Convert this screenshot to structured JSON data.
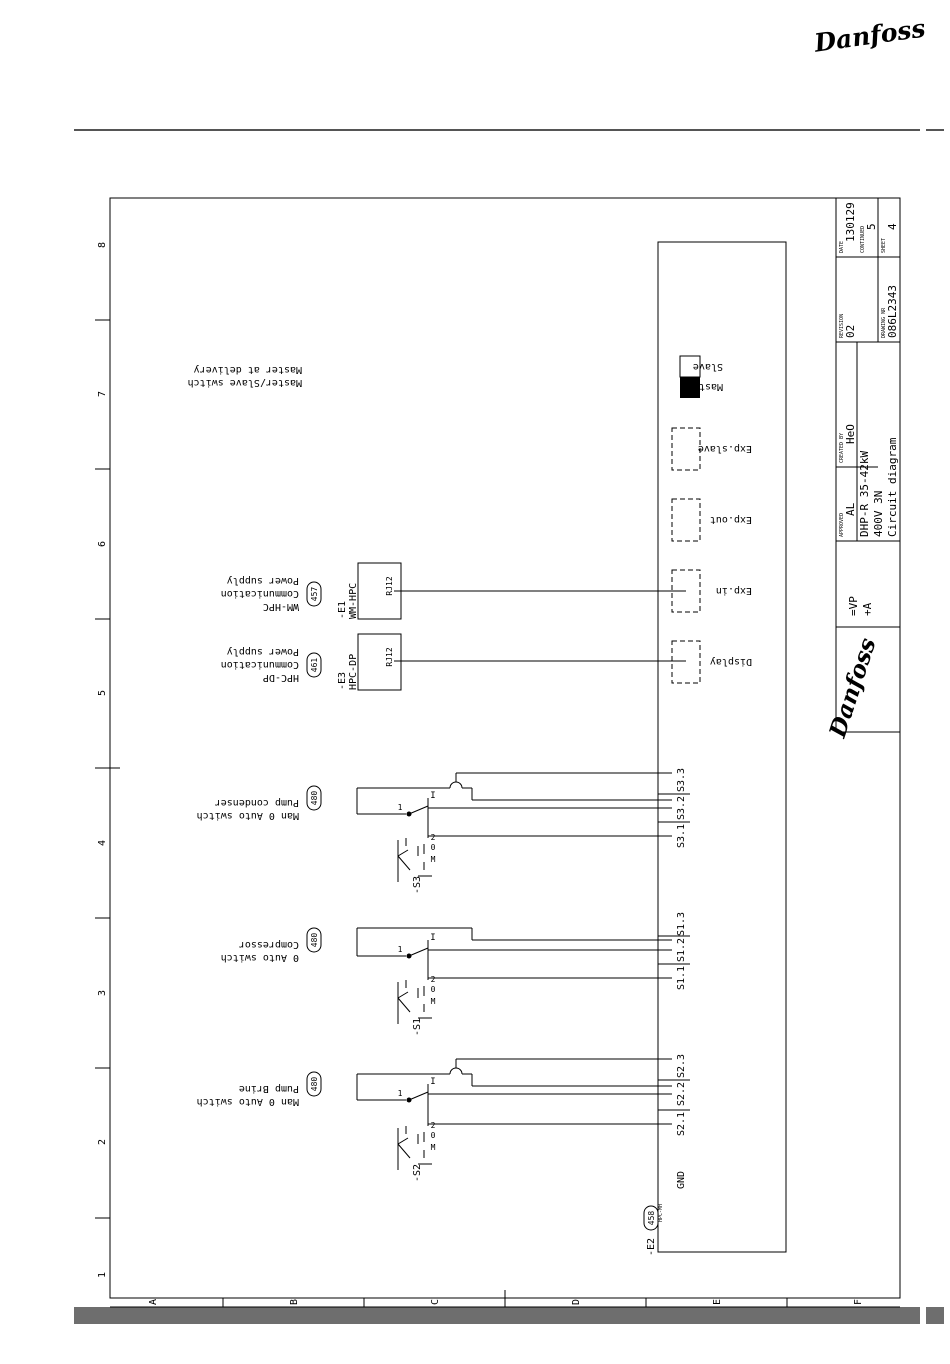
{
  "brand": {
    "logo_text": "Danfoss",
    "accent_color": "#d1281e"
  },
  "grid": {
    "row_labels": [
      "1",
      "2",
      "3",
      "4",
      "5",
      "6",
      "7",
      "8"
    ],
    "column_labels": [
      "A",
      "B",
      "C",
      "D",
      "E",
      "F"
    ]
  },
  "controller": {
    "ref": "-E2",
    "page_ref": "458",
    "page_ref_sub": "HPC-MH",
    "terminals": [
      "GND",
      "S2.1",
      "S2.2",
      "S2.3",
      "S1.1",
      "S1.2",
      "S1.3",
      "S3.1",
      "S3.2",
      "S3.3"
    ],
    "ports": [
      "Display",
      "Exp.in",
      "Exp.out",
      "Exp.slave"
    ],
    "switch_labels": {
      "master": "Master",
      "slave": "Slave"
    }
  },
  "switches": [
    {
      "ref": "-S2",
      "page_ref": "480",
      "lines": [
        "Man 0 Auto switch",
        "Pump Brine"
      ]
    },
    {
      "ref": "-S1",
      "page_ref": "480",
      "lines": [
        "0 Auto switch",
        "Compressor"
      ]
    },
    {
      "ref": "-S3",
      "page_ref": "480",
      "lines": [
        "Man 0 Auto switch",
        "Pump condenser"
      ]
    }
  ],
  "modules": [
    {
      "ref": "-E3",
      "name": "HPC-DP",
      "port": "RJ12",
      "page_ref": "461",
      "lines": [
        "Power supply",
        "Communication",
        "HPC-DP"
      ]
    },
    {
      "ref": "-E1",
      "name": "WM-HPC",
      "port": "RJ12",
      "page_ref": "457",
      "lines": [
        "Power supply",
        "Communication",
        "WM-HPC"
      ]
    }
  ],
  "master_slave_note": [
    "Master/Slave switch",
    "Master at delivery"
  ],
  "switch_positions": [
    "I",
    "0",
    "M",
    "2",
    "1"
  ],
  "title_block": {
    "date_label": "DATE",
    "date": "130129",
    "continued_label": "CONTINUED",
    "continued": "5",
    "sheet_label": "SHEET",
    "sheet": "4",
    "revision_label": "REVISION",
    "revision": "02",
    "drawing_no_label": "DRAWING NR",
    "drawing_no": "086L2343",
    "created_by_label": "CREATED BY",
    "created_by": "HeO",
    "approved_label": "APPROVED",
    "approved": "AL",
    "description": [
      "DHP-R 35-42kW",
      "400V 3N",
      "Circuit diagram"
    ],
    "location": [
      "=VP",
      "+A"
    ]
  }
}
